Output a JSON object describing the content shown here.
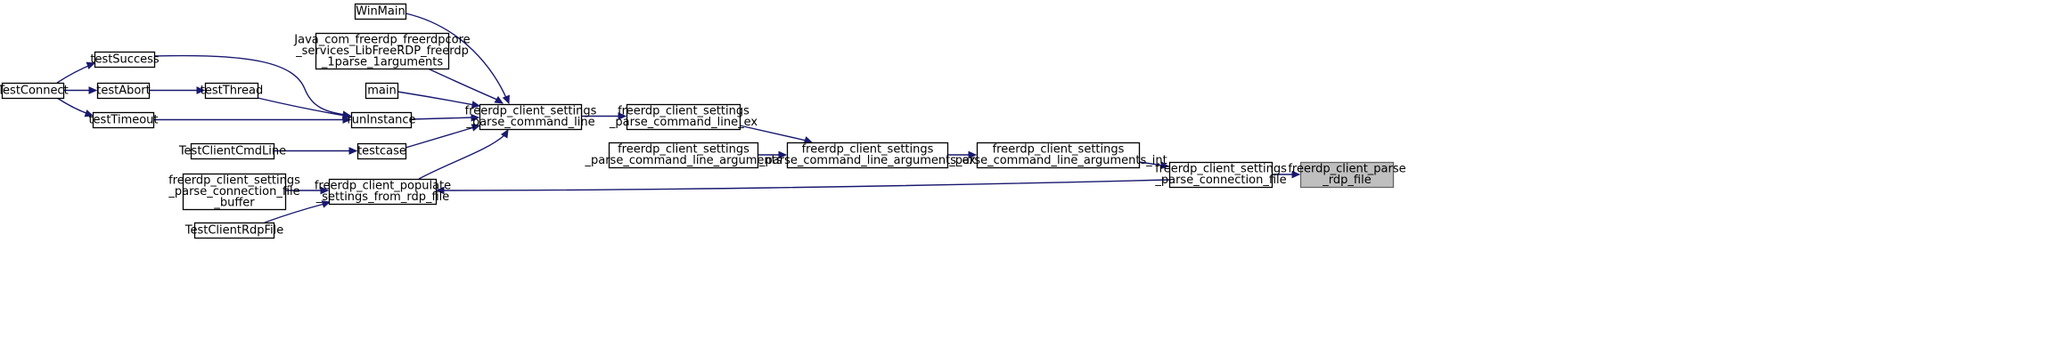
{
  "graph": {
    "edge_color": "#191970",
    "highlight_fill": "#bfbfbf",
    "nodes": [
      {
        "id": "WinMain",
        "lines": [
          "WinMain"
        ]
      },
      {
        "id": "Java",
        "lines": [
          "Java_com_freerdp_freerdpcore",
          "_services_LibFreeRDP_freerdp",
          "_1parse_1arguments"
        ]
      },
      {
        "id": "main",
        "lines": [
          "main"
        ]
      },
      {
        "id": "testSuccess",
        "lines": [
          "testSuccess"
        ]
      },
      {
        "id": "TestConnect",
        "lines": [
          "TestConnect"
        ]
      },
      {
        "id": "testAbort",
        "lines": [
          "testAbort"
        ]
      },
      {
        "id": "testThread",
        "lines": [
          "testThread"
        ]
      },
      {
        "id": "runInstance",
        "lines": [
          "runInstance"
        ]
      },
      {
        "id": "testTimeout",
        "lines": [
          "testTimeout"
        ]
      },
      {
        "id": "TestClientCmdLine",
        "lines": [
          "TestClientCmdLine"
        ]
      },
      {
        "id": "testcase",
        "lines": [
          "testcase"
        ]
      },
      {
        "id": "parse_command_line",
        "lines": [
          "freerdp_client_settings",
          "_parse_command_line"
        ]
      },
      {
        "id": "parse_command_line_ex",
        "lines": [
          "freerdp_client_settings",
          "_parse_command_line_ex"
        ]
      },
      {
        "id": "parse_command_line_arguments",
        "lines": [
          "freerdp_client_settings",
          "_parse_command_line_arguments"
        ]
      },
      {
        "id": "parse_command_line_arguments_ex",
        "lines": [
          "freerdp_client_settings",
          "_parse_command_line_arguments_ex"
        ]
      },
      {
        "id": "parse_command_line_arguments_int",
        "lines": [
          "freerdp_client_settings",
          "_parse_command_line_arguments_int"
        ]
      },
      {
        "id": "parse_connection_file",
        "lines": [
          "freerdp_client_settings",
          "_parse_connection_file"
        ]
      },
      {
        "id": "parse_rdp_file",
        "lines": [
          "freerdp_client_parse",
          "_rdp_file"
        ],
        "highlight": true
      },
      {
        "id": "parse_connection_file_buffer",
        "lines": [
          "freerdp_client_settings",
          "_parse_connection_file",
          "_buffer"
        ]
      },
      {
        "id": "populate_settings",
        "lines": [
          "freerdp_client_populate",
          "_settings_from_rdp_file"
        ]
      },
      {
        "id": "TestClientRdpFile",
        "lines": [
          "TestClientRdpFile"
        ]
      }
    ],
    "edges": [
      {
        "from": "TestConnect",
        "to": "testSuccess"
      },
      {
        "from": "TestConnect",
        "to": "testAbort"
      },
      {
        "from": "TestConnect",
        "to": "testTimeout"
      },
      {
        "from": "testAbort",
        "to": "testThread"
      },
      {
        "from": "testSuccess",
        "to": "runInstance"
      },
      {
        "from": "testThread",
        "to": "runInstance"
      },
      {
        "from": "testTimeout",
        "to": "runInstance"
      },
      {
        "from": "TestClientCmdLine",
        "to": "testcase"
      },
      {
        "from": "WinMain",
        "to": "parse_command_line"
      },
      {
        "from": "Java",
        "to": "parse_command_line"
      },
      {
        "from": "main",
        "to": "parse_command_line"
      },
      {
        "from": "runInstance",
        "to": "parse_command_line"
      },
      {
        "from": "testcase",
        "to": "parse_command_line"
      },
      {
        "from": "populate_settings",
        "to": "parse_command_line"
      },
      {
        "from": "parse_command_line",
        "to": "parse_command_line_ex"
      },
      {
        "from": "parse_command_line_ex",
        "to": "parse_command_line_arguments_ex"
      },
      {
        "from": "parse_command_line_arguments",
        "to": "parse_command_line_arguments_ex"
      },
      {
        "from": "parse_command_line_arguments_ex",
        "to": "parse_command_line_arguments_int"
      },
      {
        "from": "parse_command_line_arguments_int",
        "to": "parse_connection_file"
      },
      {
        "from": "parse_connection_file",
        "to": "parse_rdp_file"
      },
      {
        "from": "parse_connection_file",
        "to": "populate_settings"
      },
      {
        "from": "parse_connection_file_buffer",
        "to": "populate_settings"
      },
      {
        "from": "TestClientRdpFile",
        "to": "populate_settings"
      }
    ]
  }
}
